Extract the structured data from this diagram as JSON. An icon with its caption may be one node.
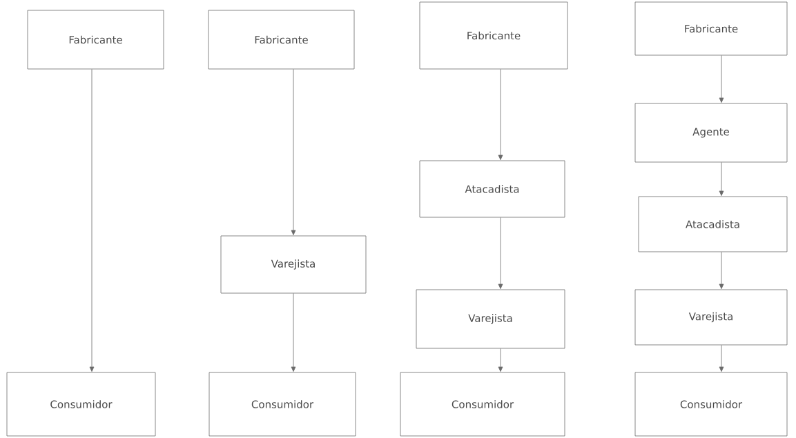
{
  "diagram": {
    "nodes": [
      {
        "text": [
          "Fabricante"
        ]
      },
      {
        "text": [
          "Consumidor"
        ]
      },
      {
        "text": [
          "Fabricante"
        ]
      },
      {
        "text": [
          "Varejista"
        ]
      },
      {
        "text": [
          "Consumidor"
        ]
      },
      {
        "text": [
          "Fabricante"
        ]
      },
      {
        "text": [
          "Atacadista"
        ]
      },
      {
        "text": [
          "Varejista"
        ]
      },
      {
        "text": [
          "Consumidor"
        ]
      },
      {
        "text": [
          "Fabricante"
        ]
      },
      {
        "text": [
          "Agente"
        ]
      },
      {
        "text": [
          "Atacadista"
        ]
      },
      {
        "text": [
          "Varejista"
        ]
      },
      {
        "text": [
          "Consumidor"
        ]
      }
    ],
    "edges": [
      {
        "from": 0,
        "to": 1,
        "arrow": "to"
      },
      {
        "from": 2,
        "to": 3,
        "arrow": "to"
      },
      {
        "from": 3,
        "to": 4,
        "arrow": "to"
      },
      {
        "from": 5,
        "to": 6,
        "arrow": "to"
      },
      {
        "from": 6,
        "to": 7,
        "arrow": "to"
      },
      {
        "from": 7,
        "to": 8,
        "arrow": "to"
      },
      {
        "from": 9,
        "to": 10,
        "arrow": "to"
      },
      {
        "from": 10,
        "to": 11,
        "arrow": "to"
      },
      {
        "from": 11,
        "to": 12,
        "arrow": "to"
      },
      {
        "from": 12,
        "to": 13,
        "arrow": "to"
      }
    ]
  }
}
